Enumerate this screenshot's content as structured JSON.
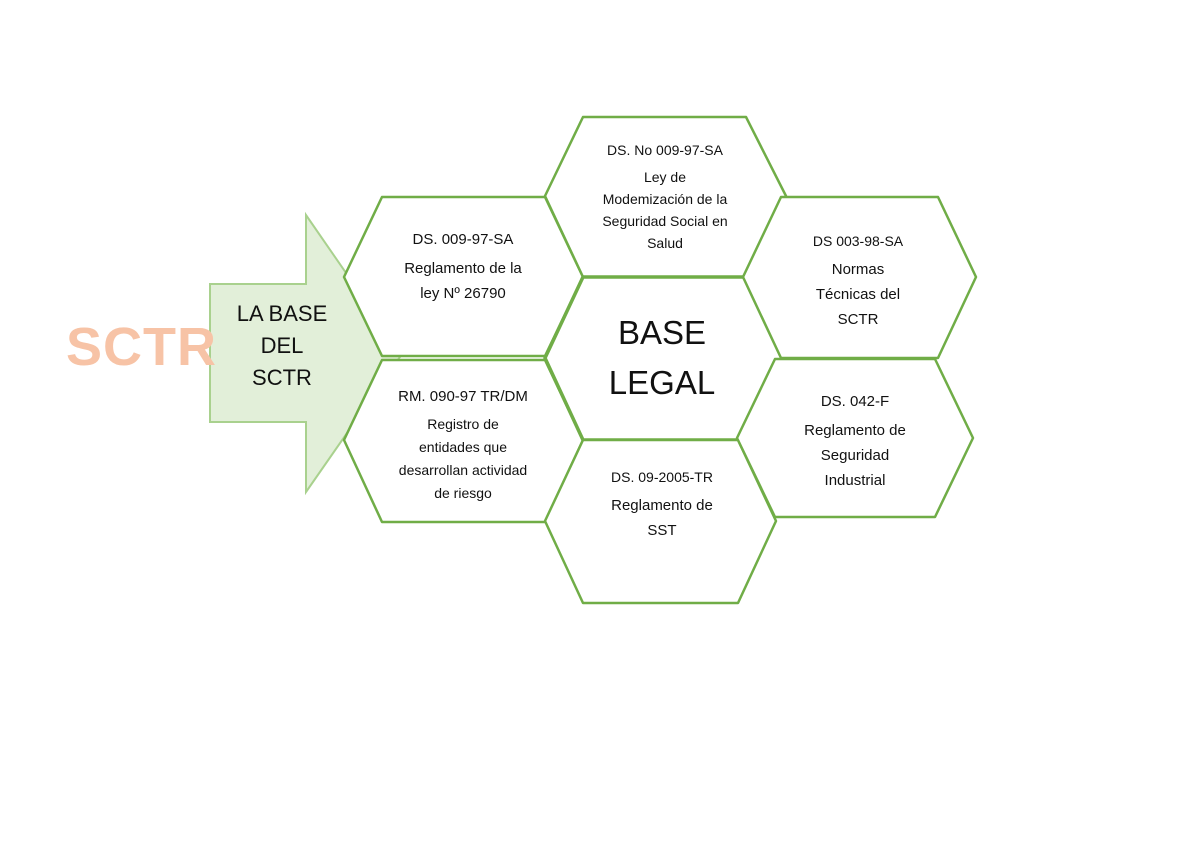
{
  "side_label": "SCTR",
  "arrow": {
    "lines": [
      "LA BASE",
      "DEL",
      "SCTR"
    ]
  },
  "center": {
    "lines": [
      "BASE",
      "LEGAL"
    ]
  },
  "hexagons": {
    "top": {
      "code": "DS. No 009-97-SA",
      "lines": [
        "Ley de",
        "Modemización de la",
        "Seguridad Social en",
        "Salud"
      ]
    },
    "upper_left": {
      "code": "DS. 009-97-SA",
      "lines": [
        "Reglamento de la",
        "ley Nº 26790"
      ]
    },
    "upper_right": {
      "code": "DS 003-98-SA",
      "lines": [
        "Normas",
        "Técnicas del",
        "SCTR"
      ]
    },
    "lower_left": {
      "code": "RM. 090-97 TR/DM",
      "lines": [
        "Registro de",
        "entidades que",
        "desarrollan actividad",
        "de riesgo"
      ]
    },
    "lower_right": {
      "code": "DS. 042-F",
      "lines": [
        "Reglamento de",
        "Seguridad",
        "Industrial"
      ]
    },
    "bottom": {
      "code": "DS. 09-2005-TR",
      "lines": [
        "Reglamento de",
        "SST"
      ]
    }
  },
  "colors": {
    "hex_stroke": "#70ad47",
    "arrow_fill": "#e2efd9",
    "arrow_stroke": "#a9d18e",
    "side_label": "#f7c3a6"
  }
}
